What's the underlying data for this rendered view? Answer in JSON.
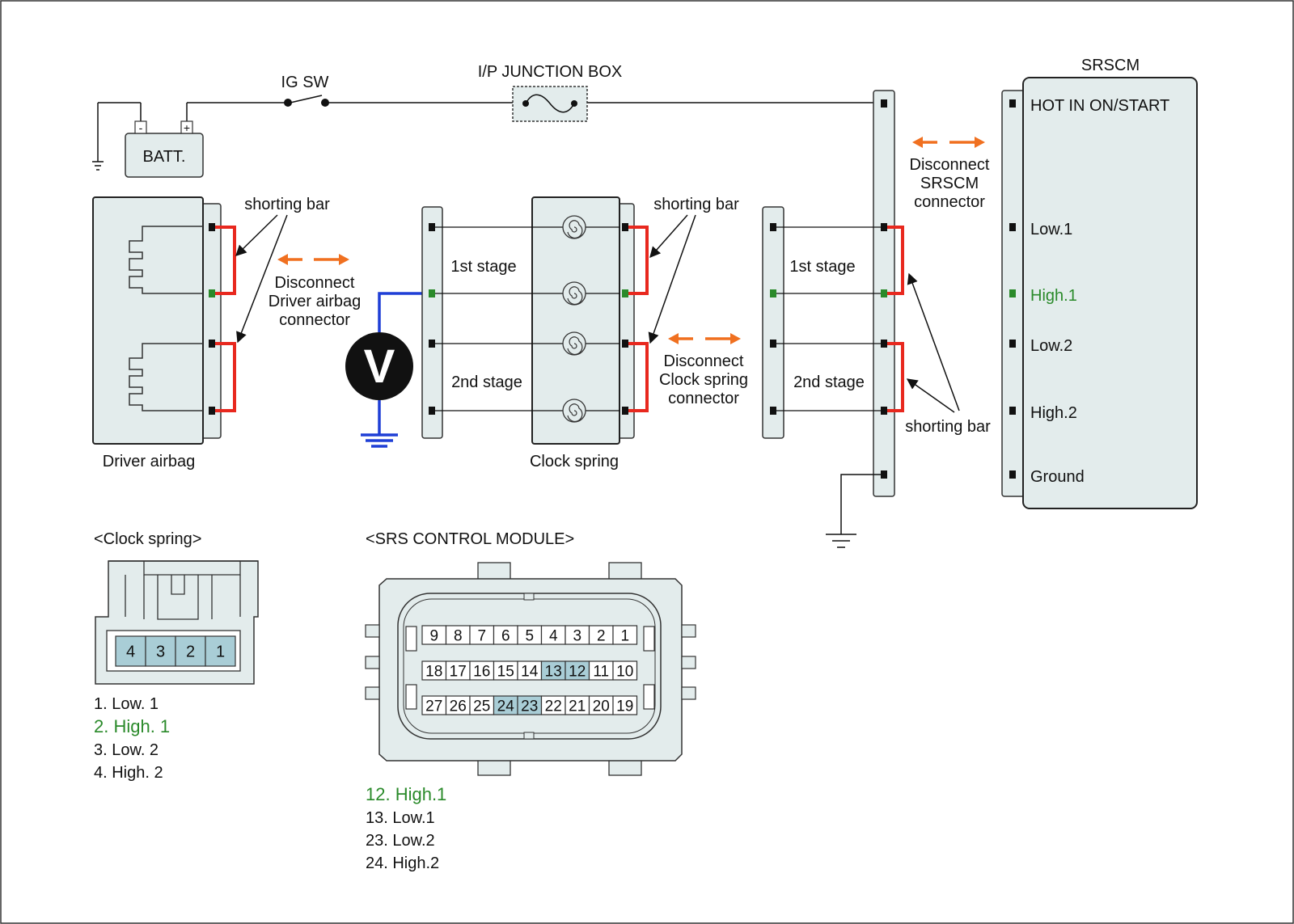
{
  "labels": {
    "ig_sw": "IG SW",
    "junction_box": "I/P JUNCTION BOX",
    "batt": "BATT.",
    "batt_minus": "-",
    "batt_plus": "+",
    "srscm_title": "SRSCM",
    "shorting_bar": "shorting bar",
    "disconnect_driver": [
      "Disconnect",
      "Driver airbag",
      "connector"
    ],
    "disconnect_clock": [
      "Disconnect",
      "Clock spring",
      "connector"
    ],
    "disconnect_srscm": [
      "Disconnect",
      "SRSCM",
      "connector"
    ],
    "first_stage": "1st stage",
    "second_stage": "2nd stage",
    "driver_airbag": "Driver airbag",
    "clock_spring": "Clock spring",
    "voltmeter": "V"
  },
  "srscm_pins": [
    "HOT IN ON/START",
    "Low.1",
    "High.1",
    "Low.2",
    "High.2",
    "Ground"
  ],
  "clock_spring_connector": {
    "title": "<Clock spring>",
    "pins": [
      "4",
      "3",
      "2",
      "1"
    ],
    "legend": [
      "1. Low. 1",
      "2. High. 1",
      "3. Low. 2",
      "4. High. 2"
    ]
  },
  "srs_module_connector": {
    "title": "<SRS CONTROL MODULE>",
    "rows": [
      [
        "9",
        "8",
        "7",
        "6",
        "5",
        "4",
        "3",
        "2",
        "1"
      ],
      [
        "18",
        "17",
        "16",
        "15",
        "14",
        "13",
        "12",
        "11",
        "10"
      ],
      [
        "27",
        "26",
        "25",
        "24",
        "23",
        "22",
        "21",
        "20",
        "19"
      ]
    ],
    "highlighted_pins": [
      "13",
      "12",
      "24",
      "23"
    ],
    "legend": [
      "12. High.1",
      "13. Low.1",
      "23. Low.2",
      "24. High.2"
    ]
  },
  "colors": {
    "highlight": "#2a8a2a",
    "shorting_bar": "#e8281e",
    "probe_wire": "#1f3fd6",
    "arrow": "#f07020",
    "panel_fill": "#e3ecec",
    "pin_highlight": "#a9cdd6"
  }
}
